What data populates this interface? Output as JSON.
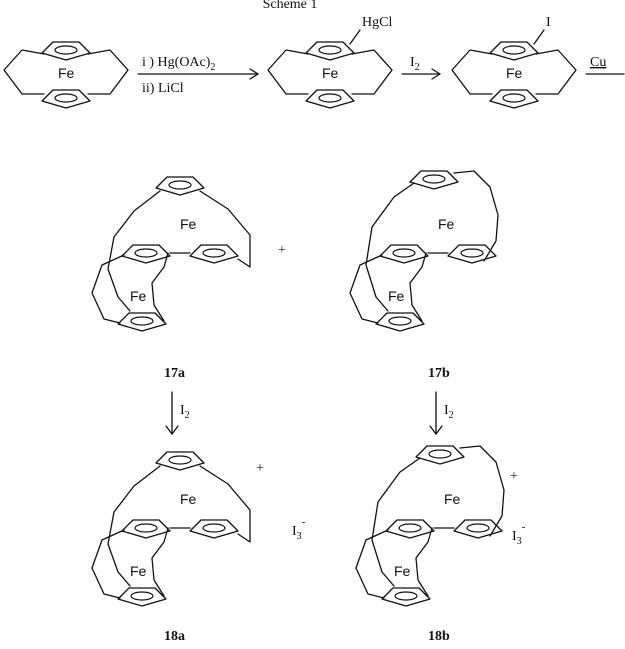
{
  "scheme_title": "Scheme 1",
  "metal": "Fe",
  "reaction": {
    "step1_reagent_1": "i ) Hg(OAc)",
    "step1_reagent_1_sub": "2",
    "step1_reagent_2": "ii) LiCl",
    "substituent_hg": "HgCl",
    "step2_reagent": "I",
    "step2_reagent_sub": "2",
    "substituent_i": "I",
    "step3_reagent": "Cu"
  },
  "plus_sign": "+",
  "compounds": {
    "c17a": "17a",
    "c17b": "17b",
    "c18a": "18a",
    "c18b": "18b"
  },
  "oxidation_reagent": "I",
  "oxidation_reagent_sub": "2",
  "cation_charge": "+",
  "counter_anion": "I",
  "counter_anion_sub": "3",
  "counter_anion_sup": "-"
}
